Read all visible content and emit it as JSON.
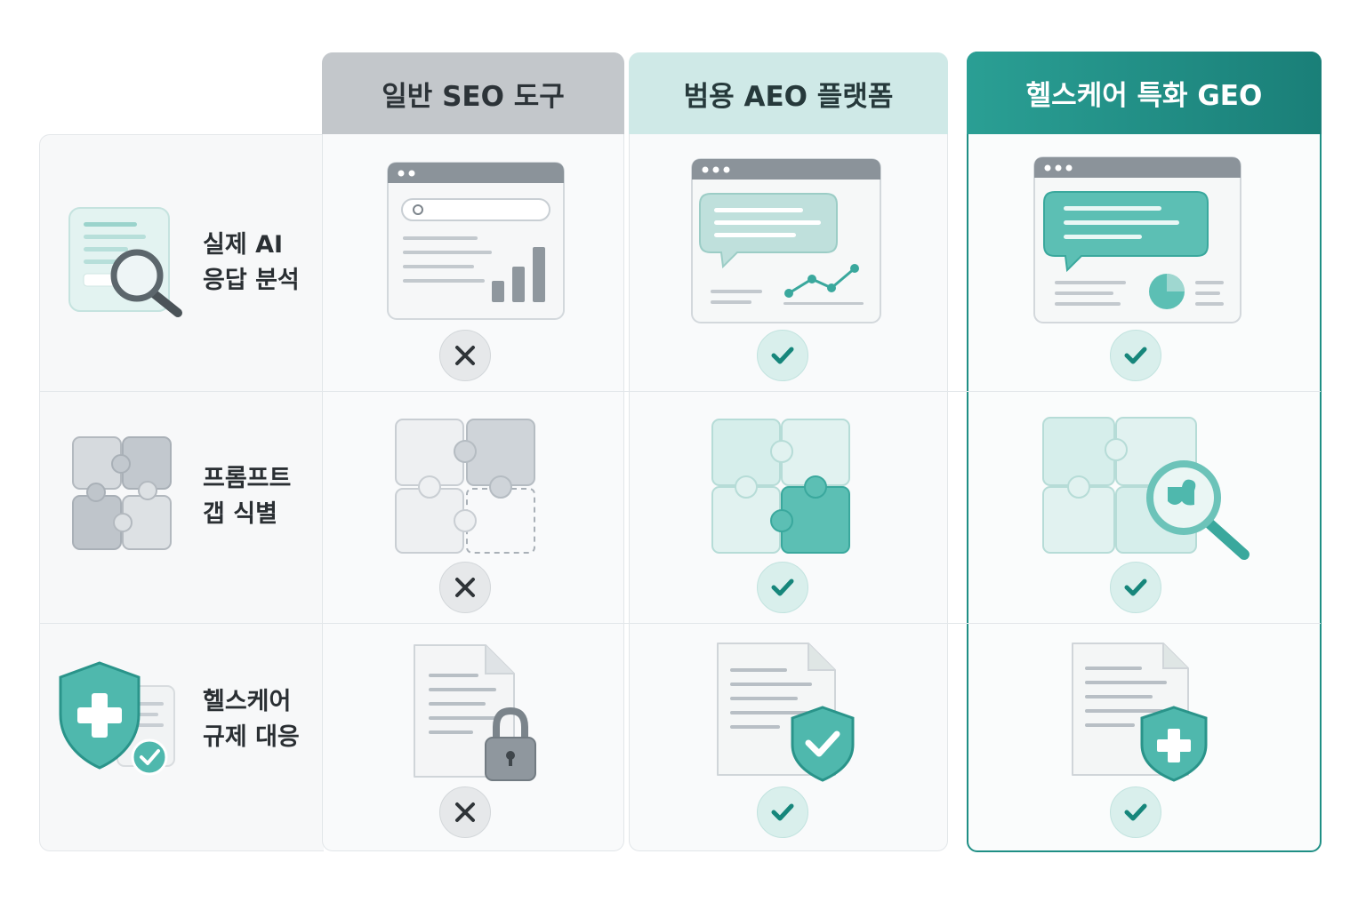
{
  "columns": [
    {
      "key": "seo",
      "title": "일반 SEO 도구"
    },
    {
      "key": "aeo",
      "title": "범용 AEO 플랫폼"
    },
    {
      "key": "geo",
      "title": "헬스케어 특화 GEO"
    }
  ],
  "rows": [
    {
      "key": "ai-response",
      "line1": "실제 AI",
      "line2": "응답 분석",
      "supported": {
        "seo": false,
        "aeo": true,
        "geo": true
      }
    },
    {
      "key": "prompt-gap",
      "line1": "프롬프트",
      "line2": "갭 식별",
      "supported": {
        "seo": false,
        "aeo": true,
        "geo": true
      }
    },
    {
      "key": "regulation",
      "line1": "헬스케어",
      "line2": "규제 대응",
      "supported": {
        "seo": false,
        "aeo": true,
        "geo": true
      }
    }
  ],
  "colors": {
    "accent": "#1f8f85",
    "teal_light": "#cfe9e7",
    "gray_header": "#c3c7cb",
    "check": "#16867b",
    "cross": "#2f3438"
  },
  "icons": {
    "row1": "magnifier-document-icon",
    "row2": "puzzle-icon",
    "row3": "medical-shield-icon",
    "seo1": "search-browser-chart-icon",
    "aeo1": "chat-browser-line-chart-icon",
    "geo1": "chat-browser-pie-chart-icon",
    "seo2": "incomplete-puzzle-icon",
    "aeo2": "complete-puzzle-icon",
    "geo2": "puzzle-magnifier-icon",
    "seo3": "document-lock-icon",
    "aeo3": "document-shield-check-icon",
    "geo3": "document-medical-shield-icon",
    "yes": "check-icon",
    "no": "cross-icon"
  }
}
